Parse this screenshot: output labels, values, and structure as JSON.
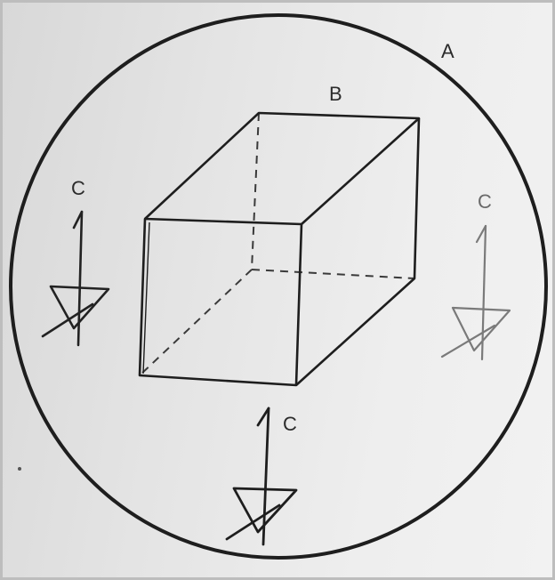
{
  "figure": {
    "labels": {
      "circle": "A",
      "box": "B",
      "vane_left": "C",
      "vane_right": "C",
      "vane_bottom": "C"
    }
  }
}
